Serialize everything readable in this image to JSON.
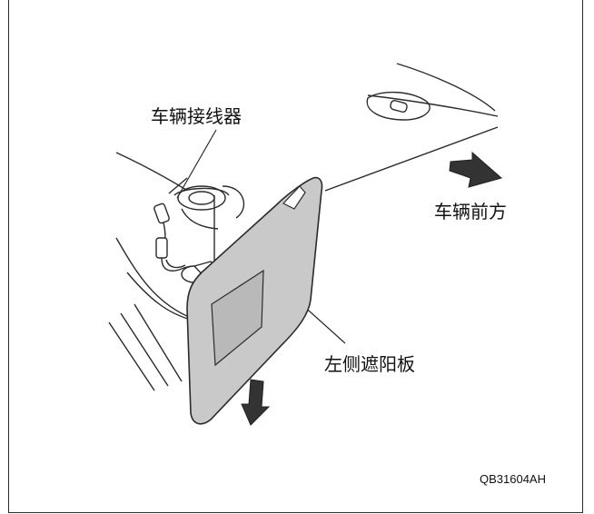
{
  "labels": {
    "vehicle_connector": "车辆接线器",
    "vehicle_front": "车辆前方",
    "left_sun_visor": "左侧遮阳板"
  },
  "figure_code": "QB31604AH",
  "colors": {
    "line": "#2b2b2b",
    "visor_fill": "#c9c9c9",
    "visor_inner": "#b9b9b9",
    "arrow_fill": "#333333"
  }
}
